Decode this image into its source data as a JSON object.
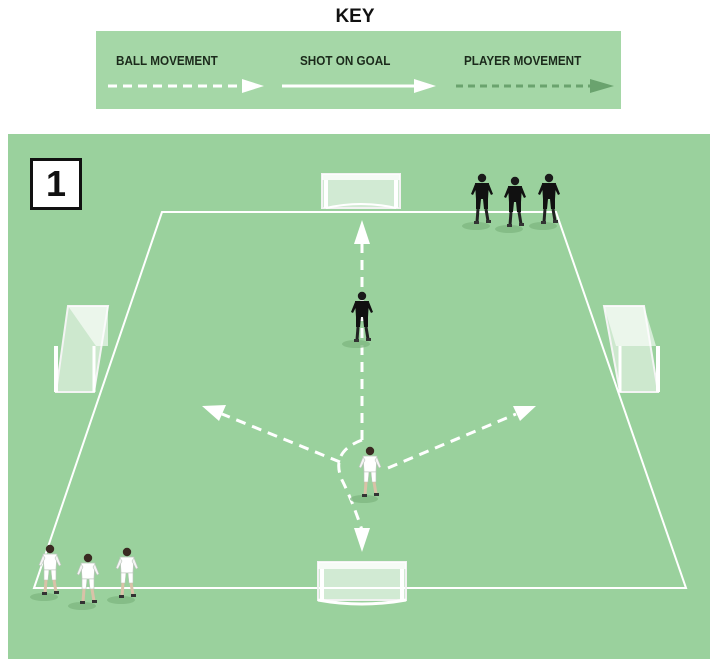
{
  "key": {
    "title": "KEY",
    "ball_movement": "BALL MOVEMENT",
    "shot_on_goal": "SHOT ON GOAL",
    "player_movement": "PLAYER MOVEMENT"
  },
  "diagram": {
    "number": "1"
  },
  "colors": {
    "key_background": "#a5d7a7",
    "pitch": "#9ad19d",
    "lines": "#ffffff",
    "dark_team": "#111111",
    "light_team": "#ffffff",
    "player_movement_arrow": "#6aa36e"
  }
}
